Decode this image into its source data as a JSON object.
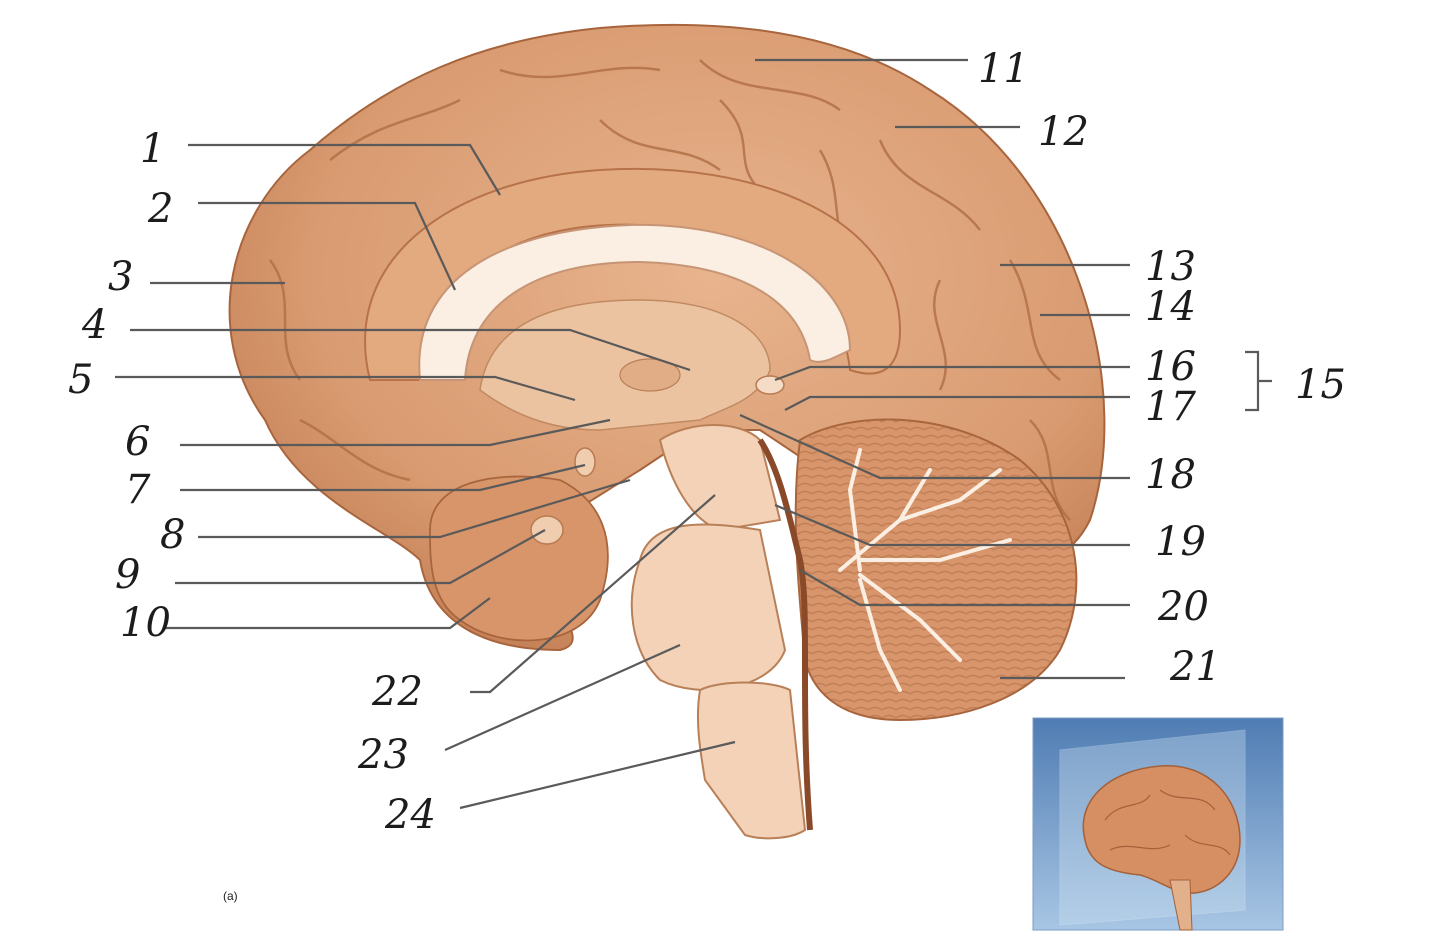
{
  "panel_label": "(a)",
  "labels": [
    {
      "id": "1",
      "text": "1"
    },
    {
      "id": "2",
      "text": "2"
    },
    {
      "id": "3",
      "text": "3"
    },
    {
      "id": "4",
      "text": "4"
    },
    {
      "id": "5",
      "text": "5"
    },
    {
      "id": "6",
      "text": "6"
    },
    {
      "id": "7",
      "text": "7"
    },
    {
      "id": "8",
      "text": "8"
    },
    {
      "id": "9",
      "text": "9"
    },
    {
      "id": "10",
      "text": "10"
    },
    {
      "id": "11",
      "text": "11"
    },
    {
      "id": "12",
      "text": "12"
    },
    {
      "id": "13",
      "text": "13"
    },
    {
      "id": "14",
      "text": "14"
    },
    {
      "id": "15",
      "text": "15"
    },
    {
      "id": "16",
      "text": "16"
    },
    {
      "id": "17",
      "text": "17"
    },
    {
      "id": "18",
      "text": "18"
    },
    {
      "id": "19",
      "text": "19"
    },
    {
      "id": "20",
      "text": "20"
    },
    {
      "id": "21",
      "text": "21"
    },
    {
      "id": "22",
      "text": "22"
    },
    {
      "id": "23",
      "text": "23"
    },
    {
      "id": "24",
      "text": "24"
    }
  ],
  "colors": {
    "cortex": "#dca07a",
    "cortex_dark": "#b9764c",
    "white_matter": "#fbeee2",
    "brainstem": "#f3d2b8",
    "inset_bg": "#5d86b8"
  }
}
